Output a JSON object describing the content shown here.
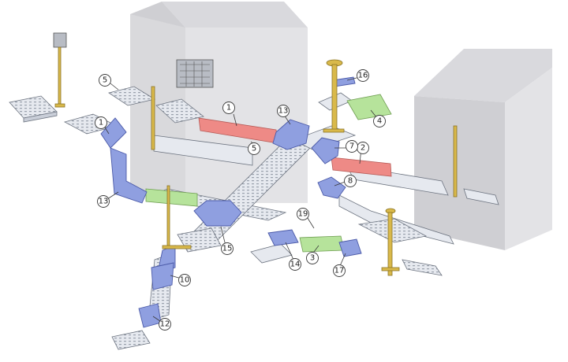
{
  "callouts": [
    {
      "id": "c1a",
      "label": "1"
    },
    {
      "id": "c1b",
      "label": "1"
    },
    {
      "id": "c2",
      "label": "2"
    },
    {
      "id": "c3",
      "label": "3"
    },
    {
      "id": "c4",
      "label": "4"
    },
    {
      "id": "c5a",
      "label": "5"
    },
    {
      "id": "c5b",
      "label": "5"
    },
    {
      "id": "c7",
      "label": "7"
    },
    {
      "id": "c8",
      "label": "8"
    },
    {
      "id": "c10",
      "label": "10"
    },
    {
      "id": "c12",
      "label": "12"
    },
    {
      "id": "c13a",
      "label": "13"
    },
    {
      "id": "c13b",
      "label": "13"
    },
    {
      "id": "c14",
      "label": "14"
    },
    {
      "id": "c15",
      "label": "15"
    },
    {
      "id": "c16",
      "label": "16"
    },
    {
      "id": "c17",
      "label": "17"
    },
    {
      "id": "c19",
      "label": "19"
    }
  ],
  "colors": {
    "fitting_blue": "#8f9fe0",
    "fitting_red": "#ee8a86",
    "fitting_green": "#b6e39b",
    "support_yellow": "#d9b94a",
    "tray_grey": "#e6e9ef",
    "wall_grey": "#e3e3e6"
  }
}
